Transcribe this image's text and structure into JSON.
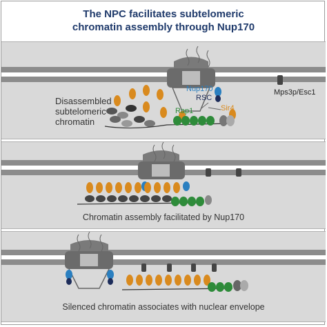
{
  "title_line1": "The NPC facilitates subtelomeric",
  "title_line2": "chromatin assembly through Nup170",
  "panel1": {
    "left_label_line1": "Disassembled",
    "left_label_line2": "subtelomeric",
    "left_label_line3": "chromatin",
    "label_nup170": "Nup170",
    "label_rsc": "RSC",
    "label_rap1": "Rap1",
    "label_sir4": "Sir4",
    "label_mps3": "Mps3p/Esc1"
  },
  "panel2": {
    "caption": "Chromatin assembly facilitated by Nup170"
  },
  "panel3": {
    "caption": "Silenced chromatin associates with nuclear envelope"
  },
  "colors": {
    "title": "#1f3a6b",
    "panel_bg": "#d9d9d9",
    "membrane": "#8c8c8c",
    "sir": "#d98a1e",
    "rap1": "#2e8b3a",
    "nup170": "#2a7fc0",
    "rsc": "#1c2c5a"
  }
}
